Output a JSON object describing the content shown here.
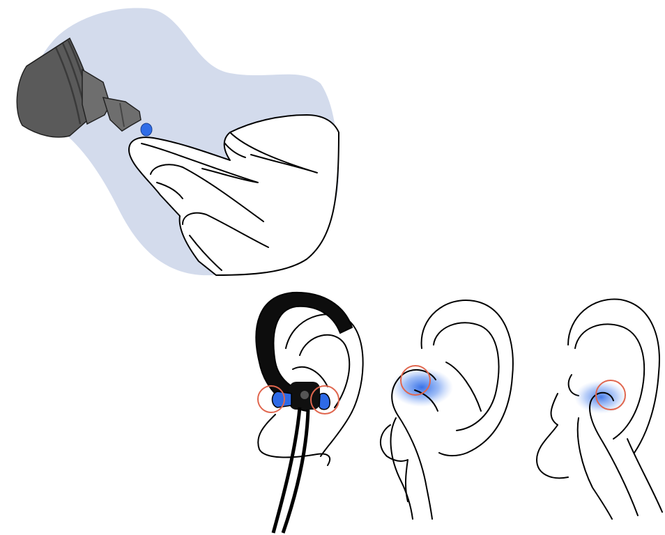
{
  "colors": {
    "background": "#ffffff",
    "panel_blob": "#d3dbec",
    "applicator_dark": "#5a5a5a",
    "applicator_mid": "#6e6e6e",
    "drop_blue": "#2f6de8",
    "eartip_blue": "#2e6ae6",
    "highlight_ring": "#e0664e",
    "outline": "#000000"
  },
  "panels": [
    {
      "id": "apply-drop",
      "shows": "dropper-applying-liquid-to-fingertip"
    },
    {
      "id": "earphone-fit",
      "shows": "earhook-earphone-with-eartip-in-ear"
    },
    {
      "id": "finger-press",
      "shows": "fingertip-pressing-blue-gel-at-ear-canal"
    },
    {
      "id": "finger-hold",
      "shows": "finger-holding-blue-gel-in-ear"
    }
  ]
}
